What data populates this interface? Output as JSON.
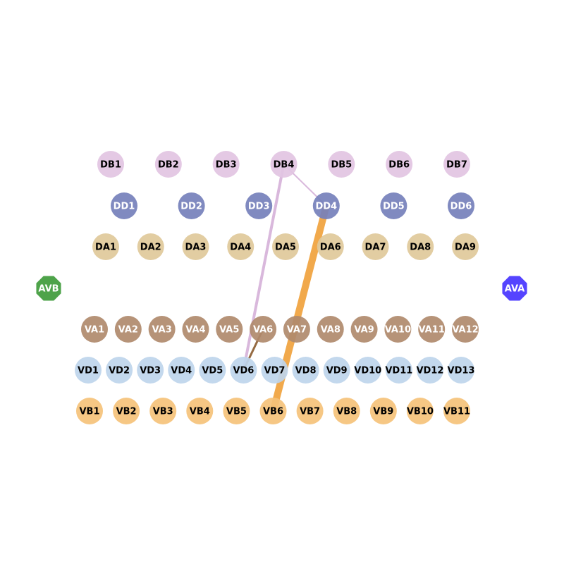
{
  "colors": {
    "DB": "#e2c4e2",
    "DD": "#7580bb",
    "DA": "#dfc99a",
    "VA": "#b08a6c",
    "VD": "#bed5ec",
    "VB": "#f5c27a",
    "AVB": "#4ea34a",
    "AVA": "#5544ff"
  },
  "label_colors": {
    "DB": "#000000",
    "DD": "#ffffff",
    "DA": "#000000",
    "VA": "#ffffff",
    "VD": "#000000",
    "VB": "#000000",
    "AVB": "#ffffff",
    "AVA": "#ffffff"
  },
  "groups": [
    {
      "class": "DB",
      "labels": [
        "DB1",
        "DB2",
        "DB3",
        "DB4",
        "DB5",
        "DB6",
        "DB7"
      ]
    },
    {
      "class": "DD",
      "labels": [
        "DD1",
        "DD2",
        "DD3",
        "DD4",
        "DD5",
        "DD6"
      ]
    },
    {
      "class": "DA",
      "labels": [
        "DA1",
        "DA2",
        "DA3",
        "DA4",
        "DA5",
        "DA6",
        "DA7",
        "DA8",
        "DA9"
      ]
    },
    {
      "class": "VA",
      "labels": [
        "VA1",
        "VA2",
        "VA3",
        "VA4",
        "VA5",
        "VA6",
        "VA7",
        "VA8",
        "VA9",
        "VA10",
        "VA11",
        "VA12"
      ]
    },
    {
      "class": "VD",
      "labels": [
        "VD1",
        "VD2",
        "VD3",
        "VD4",
        "VD5",
        "VD6",
        "VD7",
        "VD8",
        "VD9",
        "VD10",
        "VD11",
        "VD12",
        "VD13"
      ]
    },
    {
      "class": "VB",
      "labels": [
        "VB1",
        "VB2",
        "VB3",
        "VB4",
        "VB5",
        "VB6",
        "VB7",
        "VB8",
        "VB9",
        "VB10",
        "VB11"
      ]
    }
  ],
  "interneurons": [
    {
      "label": "AVB",
      "class": "AVB",
      "side": "left"
    },
    {
      "label": "AVA",
      "class": "AVA",
      "side": "right"
    }
  ],
  "edges": [
    {
      "source": "DB4",
      "target": "VD6",
      "color": "#d5b0d8",
      "weight": 2
    },
    {
      "source": "DB4",
      "target": "DD4",
      "color": "#d5b0d8",
      "weight": 1
    },
    {
      "source": "DD4",
      "target": "VB6",
      "color": "#f0a038",
      "weight": 5
    },
    {
      "source": "VA6",
      "target": "VD6",
      "color": "#8a5a2e",
      "weight": 1.5
    }
  ]
}
